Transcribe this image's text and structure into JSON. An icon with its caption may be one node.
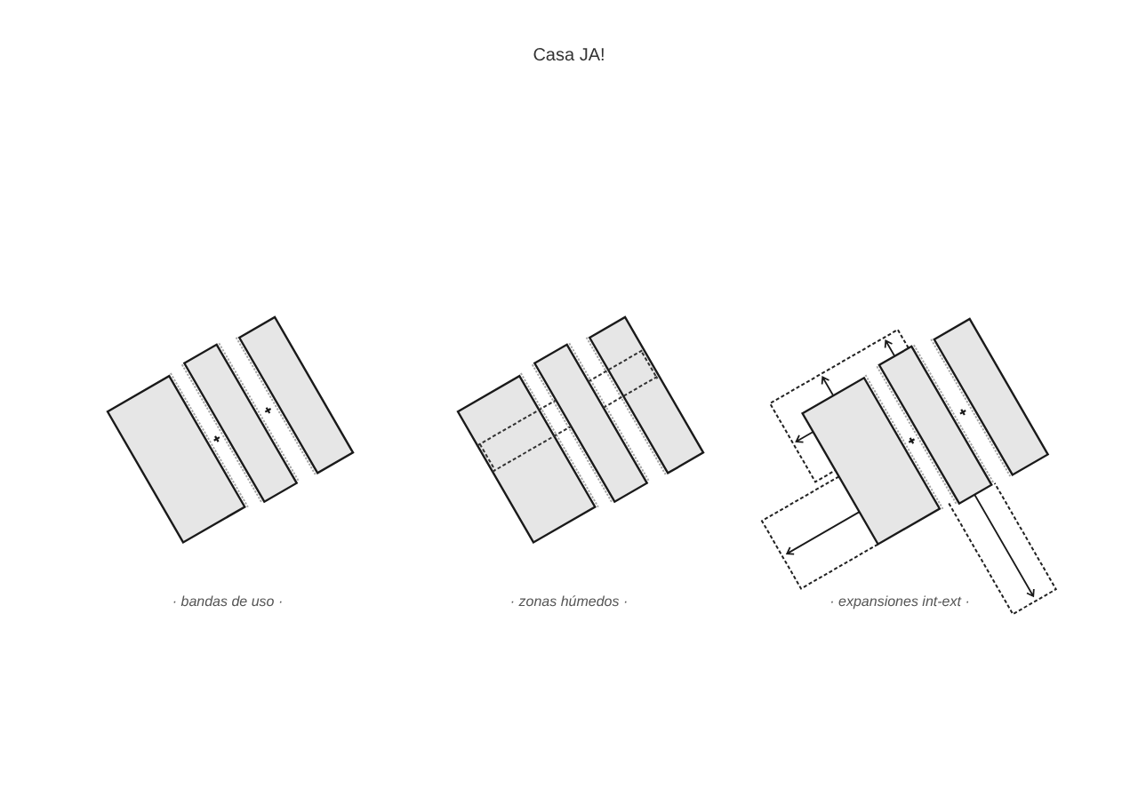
{
  "diagram": {
    "title": "Casa JA!",
    "labels": [
      "· bandas de uso ·",
      "· zonas húmedos ·",
      "· expansiones int-ext ·"
    ]
  }
}
